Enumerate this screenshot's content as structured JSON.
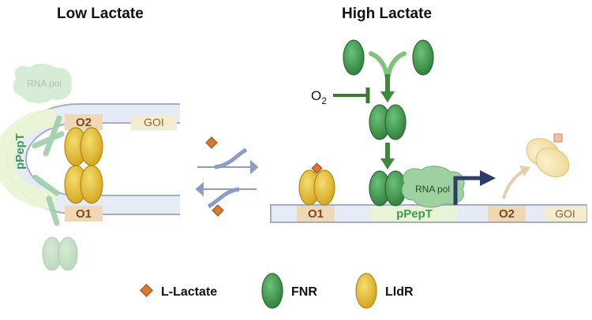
{
  "titles": {
    "left": "Low Lactate",
    "right": "High Lactate"
  },
  "left_panel": {
    "rna_pol": "RNA pol",
    "operator_top": "O2",
    "gene": "GOI",
    "promoter": "pPepT",
    "operator_bottom": "O1"
  },
  "right_panel": {
    "oxygen": "O",
    "oxygen_subscript": "2",
    "operator_1": "O1",
    "promoter": "pPepT",
    "rna_pol": "RNA pol",
    "operator_2": "O2",
    "gene": "GOI"
  },
  "legend": [
    {
      "label": "L-Lactate",
      "icon": "lactate-diamond-icon"
    },
    {
      "label": "FNR",
      "icon": "fnr-protein-icon"
    },
    {
      "label": "LldR",
      "icon": "lldr-protein-icon"
    }
  ],
  "colors": {
    "fnr": "#3f9a4f",
    "lldr": "#e8c23a",
    "lactate": "#d97830",
    "dna": "#e4eaf4",
    "operator_box": "#f2d9b8",
    "promoter_box": "#e8f3d8",
    "arrow": "#3b4a76",
    "equilibrium_arrow": "#8d9cc4"
  }
}
